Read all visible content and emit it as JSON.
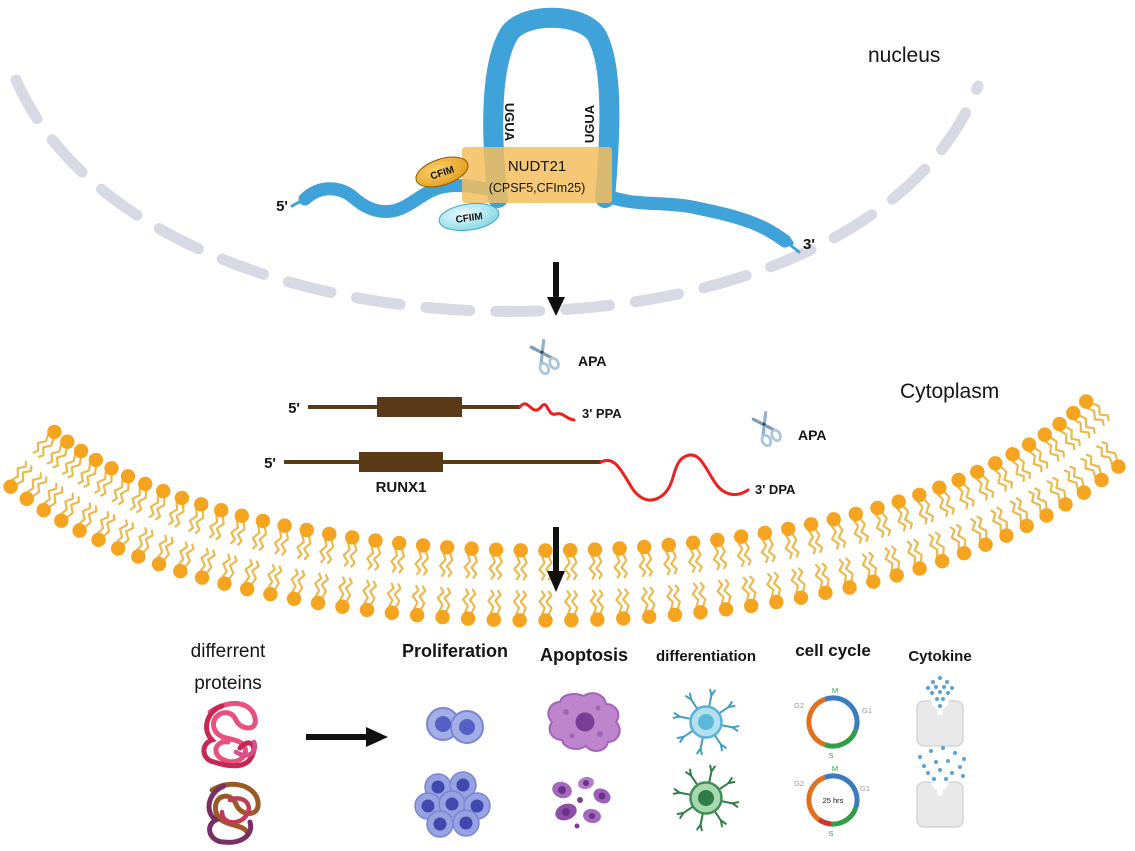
{
  "nucleus": {
    "label": "nucleus",
    "five_prime": "5'",
    "three_prime": "3'",
    "ugua_left": "UGUA",
    "ugua_right": "UGUA",
    "complex": {
      "name": "NUDT21",
      "alias": "(CPSF5,CFIm25)"
    },
    "cfim_label": "CFIM",
    "cfiim_label": "CFIIM"
  },
  "cytoplasm": {
    "label": "Cytoplasm",
    "transcript_short": {
      "five_prime": "5'",
      "apa_label": "APA",
      "end_label": "3' PPA"
    },
    "transcript_long": {
      "five_prime": "5'",
      "gene_label": "RUNX1",
      "apa_label": "APA",
      "end_label": "3' DPA"
    }
  },
  "outcomes": {
    "proteins_line1": "differrent",
    "proteins_line2": "proteins",
    "columns": [
      {
        "label": "Proliferation"
      },
      {
        "label": "Apoptosis"
      },
      {
        "label": "differentiation"
      },
      {
        "label": "cell cycle"
      },
      {
        "label": "Cytokine"
      }
    ],
    "cell_cycle_top": {
      "m": "M",
      "g1": "G1",
      "s": "S",
      "g2": "G2"
    },
    "cell_cycle_bottom": {
      "m": "M",
      "g1": "G1",
      "s": "S",
      "g2": "G2",
      "hours": "25 hrs"
    }
  },
  "icons": {
    "scissors_icon": "✂",
    "arrow_down_icon": "▼",
    "arrow_right_icon": "►"
  },
  "colors": {
    "rna_blue": "#3fa2d8",
    "membrane_orange": "#f5a41f",
    "tail_red": "#e8231f",
    "gene_brown": "#5a3a16",
    "nudt21_box": "#f3bc5c",
    "cfim_orange": "#e89b12",
    "cfiim_cyan": "#7fd4e4",
    "envelope_gray": "#d7d9e4"
  }
}
